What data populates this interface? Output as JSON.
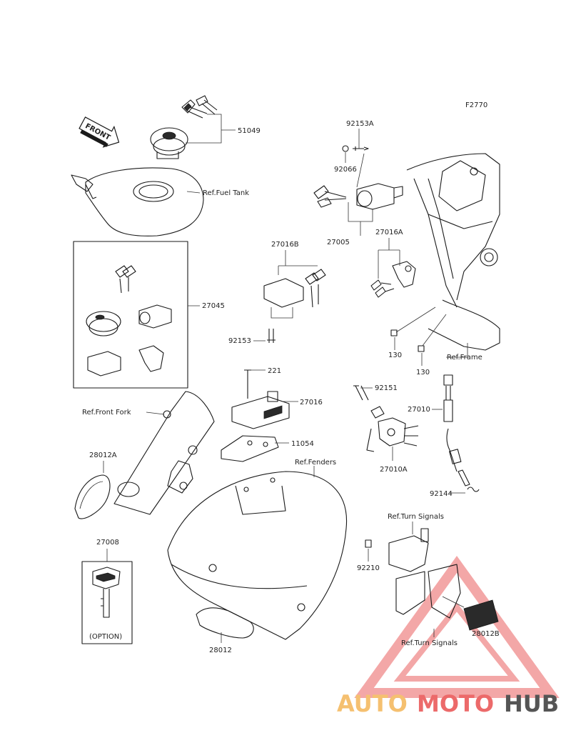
{
  "diagram": {
    "figure_code": "F2770",
    "front_arrow": "FRONT",
    "labels": {
      "p51049": "51049",
      "ref_fuel_tank": "Ref.Fuel Tank",
      "p92153A": "92153A",
      "p92066": "92066",
      "p27005": "27005",
      "p27016B": "27016B",
      "p27016A": "27016A",
      "p27045": "27045",
      "p92153": "92153",
      "p130a": "130",
      "p130b": "130",
      "ref_frame": "Ref.Frame",
      "p221": "221",
      "p27016": "27016",
      "p92151": "92151",
      "p27010": "27010",
      "ref_front_fork": "Ref.Front Fork",
      "p11054": "11054",
      "p27010A": "27010A",
      "p28012A": "28012A",
      "ref_fenders": "Ref.Fenders",
      "p92144": "92144",
      "p27008": "27008",
      "option": "(OPTION)",
      "ref_turn_signals_top": "Ref.Turn Signals",
      "p92210": "92210",
      "p28012B": "28012B",
      "ref_turn_signals_bottom": "Ref.Turn Signals",
      "p28012": "28012"
    }
  },
  "watermark": {
    "part1": "AUTO",
    "part2": "MOTO",
    "part3": "HUB",
    "colors": {
      "auto": "#f5c070",
      "moto": "#ec6a6a",
      "hub": "#555555",
      "triangle": "#f08a8a"
    }
  }
}
